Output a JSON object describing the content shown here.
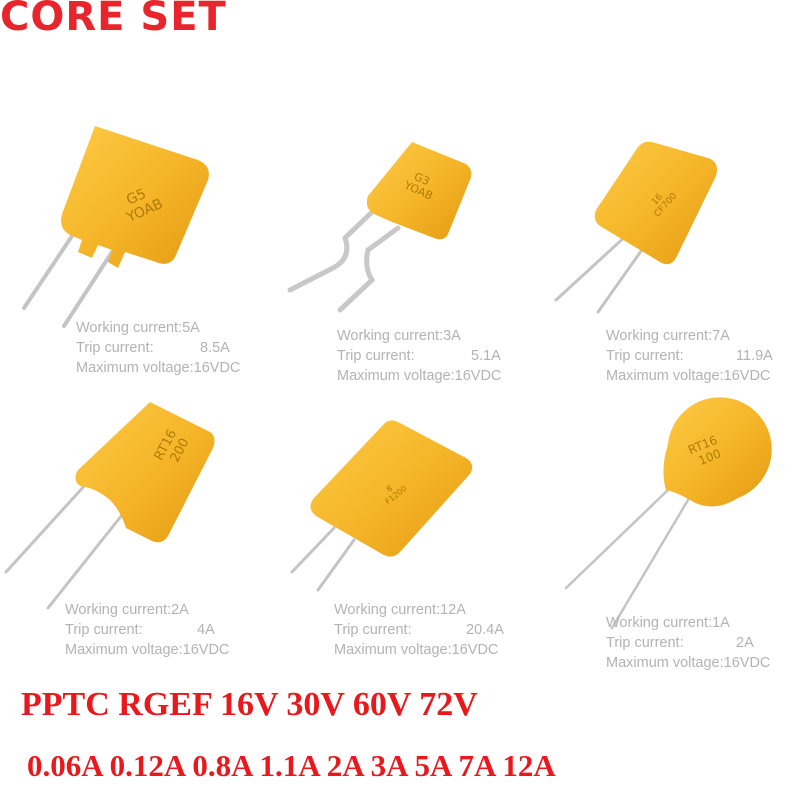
{
  "brand": "CORE SET",
  "components": [
    {
      "label_lines": [
        "G5",
        "YOAB"
      ],
      "working_current": "Working current:5A",
      "trip_label": "Trip current:",
      "trip_value": "8.5A",
      "max_voltage": "Maximum voltage:16VDC"
    },
    {
      "label_lines": [
        "G3",
        "YOAB"
      ],
      "working_current": "Working current:3A",
      "trip_label": "Trip current:",
      "trip_value": "5.1A",
      "max_voltage": "Maximum voltage:16VDC"
    },
    {
      "label_lines": [
        "16",
        "CF700"
      ],
      "working_current": "Working current:7A",
      "trip_label": "Trip current:",
      "trip_value": "11.9A",
      "max_voltage": "Maximum voltage:16VDC"
    },
    {
      "label_lines": [
        "RT16",
        "200"
      ],
      "working_current": "Working current:2A",
      "trip_label": "Trip current:",
      "trip_value": "4A",
      "max_voltage": "Maximum voltage:16VDC"
    },
    {
      "label_lines": [
        "8",
        "F1200"
      ],
      "working_current": "Working current:12A",
      "trip_label": "Trip current:",
      "trip_value": "20.4A",
      "max_voltage": "Maximum voltage:16VDC"
    },
    {
      "label_lines": [
        "RT16",
        "100"
      ],
      "working_current": "Working current:1A",
      "trip_label": "Trip current:",
      "trip_value": "2A",
      "max_voltage": "Maximum voltage:16VDC"
    }
  ],
  "headline": "PPTC RGEF 16V 30V 60V 72V",
  "current_ratings": "0.06A 0.12A 0.8A 1.1A 2A 3A 5A 7A 12A",
  "colors": {
    "brand": "#e8242c",
    "headline": "#e8181c",
    "component_body": "#f5b428",
    "spec_text": "#b3b3b3",
    "lead": "#c8c8c8"
  }
}
